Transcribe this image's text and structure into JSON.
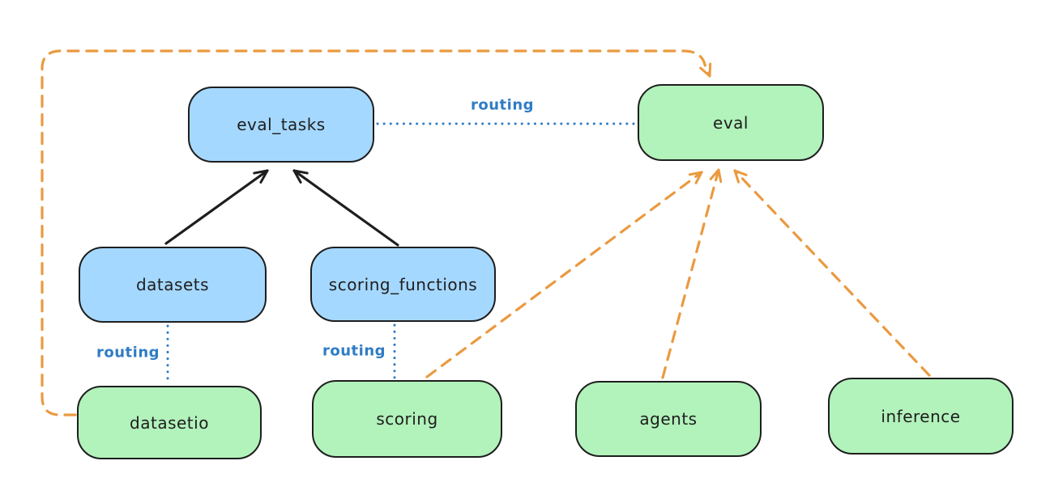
{
  "diagram": {
    "nodes": [
      {
        "id": "eval_tasks",
        "label": "eval_tasks",
        "fill": "#a5d8ff"
      },
      {
        "id": "eval",
        "label": "eval",
        "fill": "#b2f2bb"
      },
      {
        "id": "datasets",
        "label": "datasets",
        "fill": "#a5d8ff"
      },
      {
        "id": "scoring_functions",
        "label": "scoring_functions",
        "fill": "#a5d8ff"
      },
      {
        "id": "datasetio",
        "label": "datasetio",
        "fill": "#b2f2bb"
      },
      {
        "id": "scoring",
        "label": "scoring",
        "fill": "#b2f2bb"
      },
      {
        "id": "agents",
        "label": "agents",
        "fill": "#b2f2bb"
      },
      {
        "id": "inference",
        "label": "inference",
        "fill": "#b2f2bb"
      }
    ],
    "edges": [
      {
        "from": "datasets",
        "to": "eval_tasks",
        "style": "solid-black-arrow",
        "label": ""
      },
      {
        "from": "scoring_functions",
        "to": "eval_tasks",
        "style": "solid-black-arrow",
        "label": ""
      },
      {
        "from": "eval_tasks",
        "to": "eval",
        "style": "dotted-blue",
        "label": "routing"
      },
      {
        "from": "datasets",
        "to": "datasetio",
        "style": "dotted-blue",
        "label": "routing"
      },
      {
        "from": "scoring_functions",
        "to": "scoring",
        "style": "dotted-blue",
        "label": "routing"
      },
      {
        "from": "datasetio",
        "to": "eval",
        "style": "dashed-orange-arrow",
        "label": ""
      },
      {
        "from": "scoring",
        "to": "eval",
        "style": "dashed-orange-arrow",
        "label": ""
      },
      {
        "from": "agents",
        "to": "eval",
        "style": "dashed-orange-arrow",
        "label": ""
      },
      {
        "from": "inference",
        "to": "eval",
        "style": "dashed-orange-arrow",
        "label": ""
      }
    ],
    "colors": {
      "background": "#ffffff",
      "node_stroke": "#1e1e1e",
      "text": "#1e1e1e",
      "routing_blue": "#2f7cc4",
      "arrow_black": "#1e1e1e",
      "arrow_orange": "#ea9a40"
    }
  }
}
